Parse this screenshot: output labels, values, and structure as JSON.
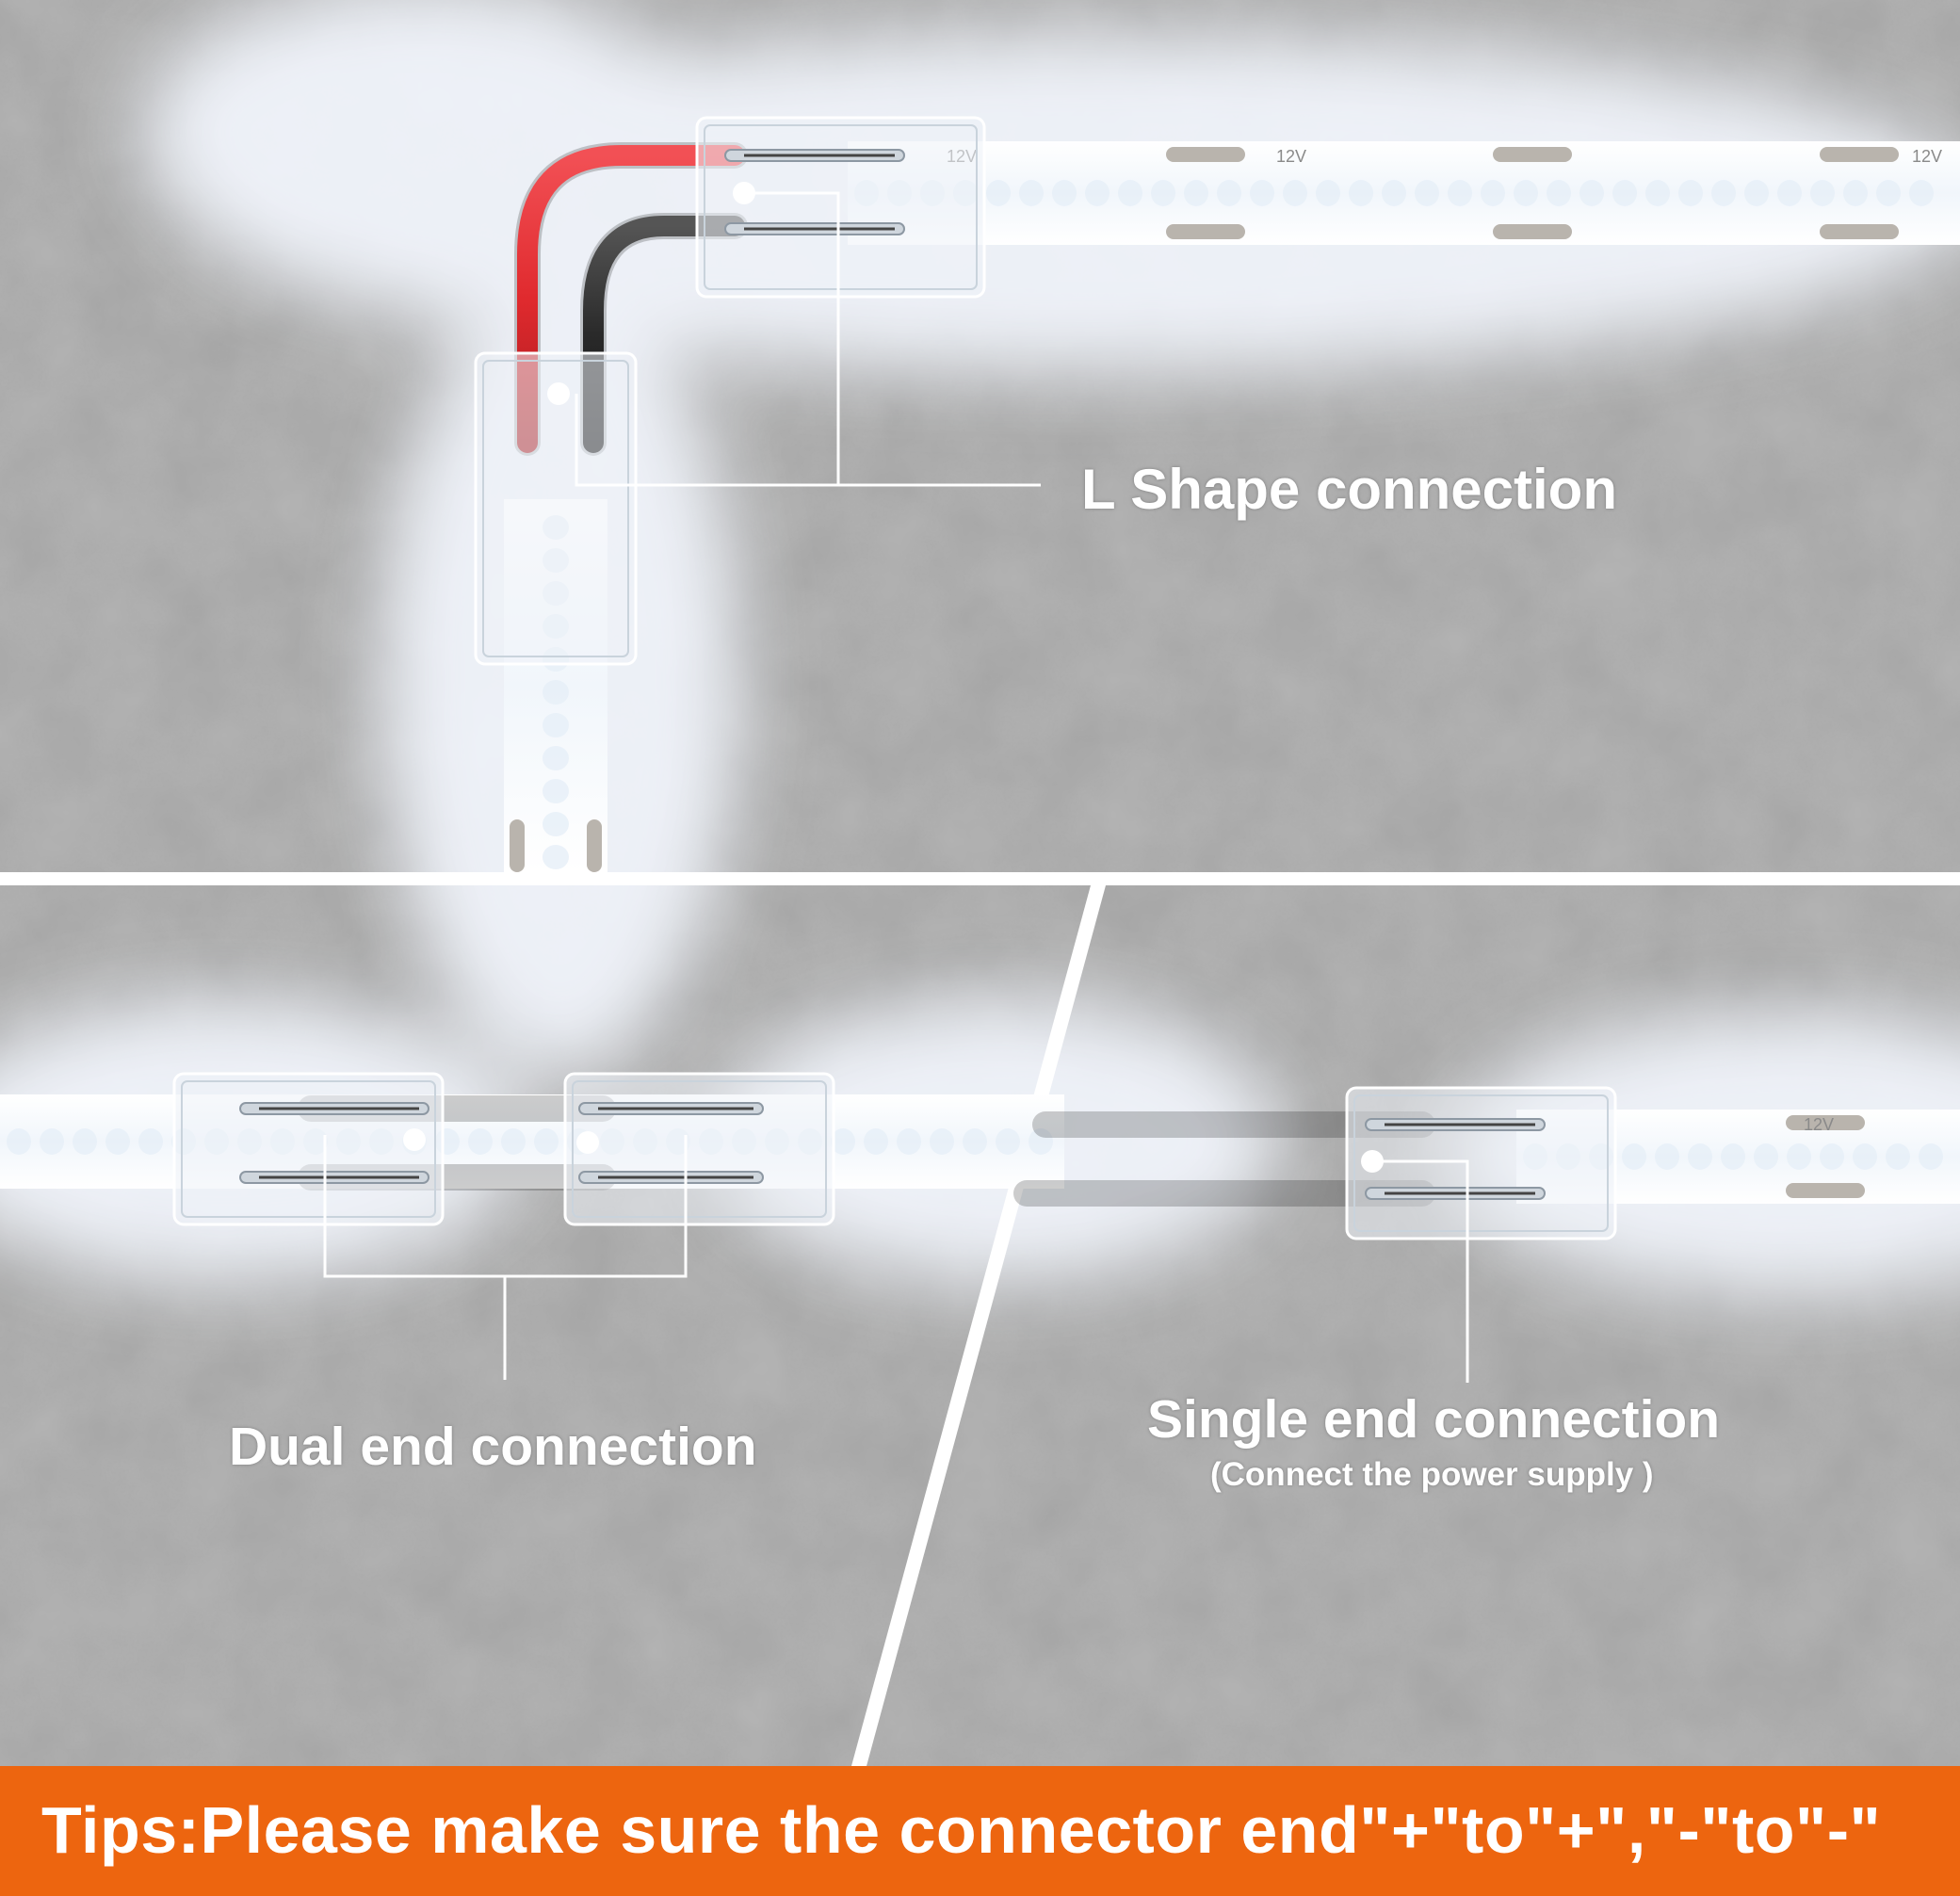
{
  "labels": {
    "l_shape": "L Shape connection",
    "dual_end": "Dual end connection",
    "single_end": "Single end connection",
    "single_end_note": "(Connect the power supply )"
  },
  "strip_voltage": "12V",
  "tips": "Tips:Please make sure the connector end\"+\"to\"+\",\"-\"to\"-\"",
  "colors": {
    "tips_bar": "#ed650f",
    "wire_red": "#e02a2e",
    "wire_black": "#2a2a2a",
    "background": "#9a9a9a"
  }
}
